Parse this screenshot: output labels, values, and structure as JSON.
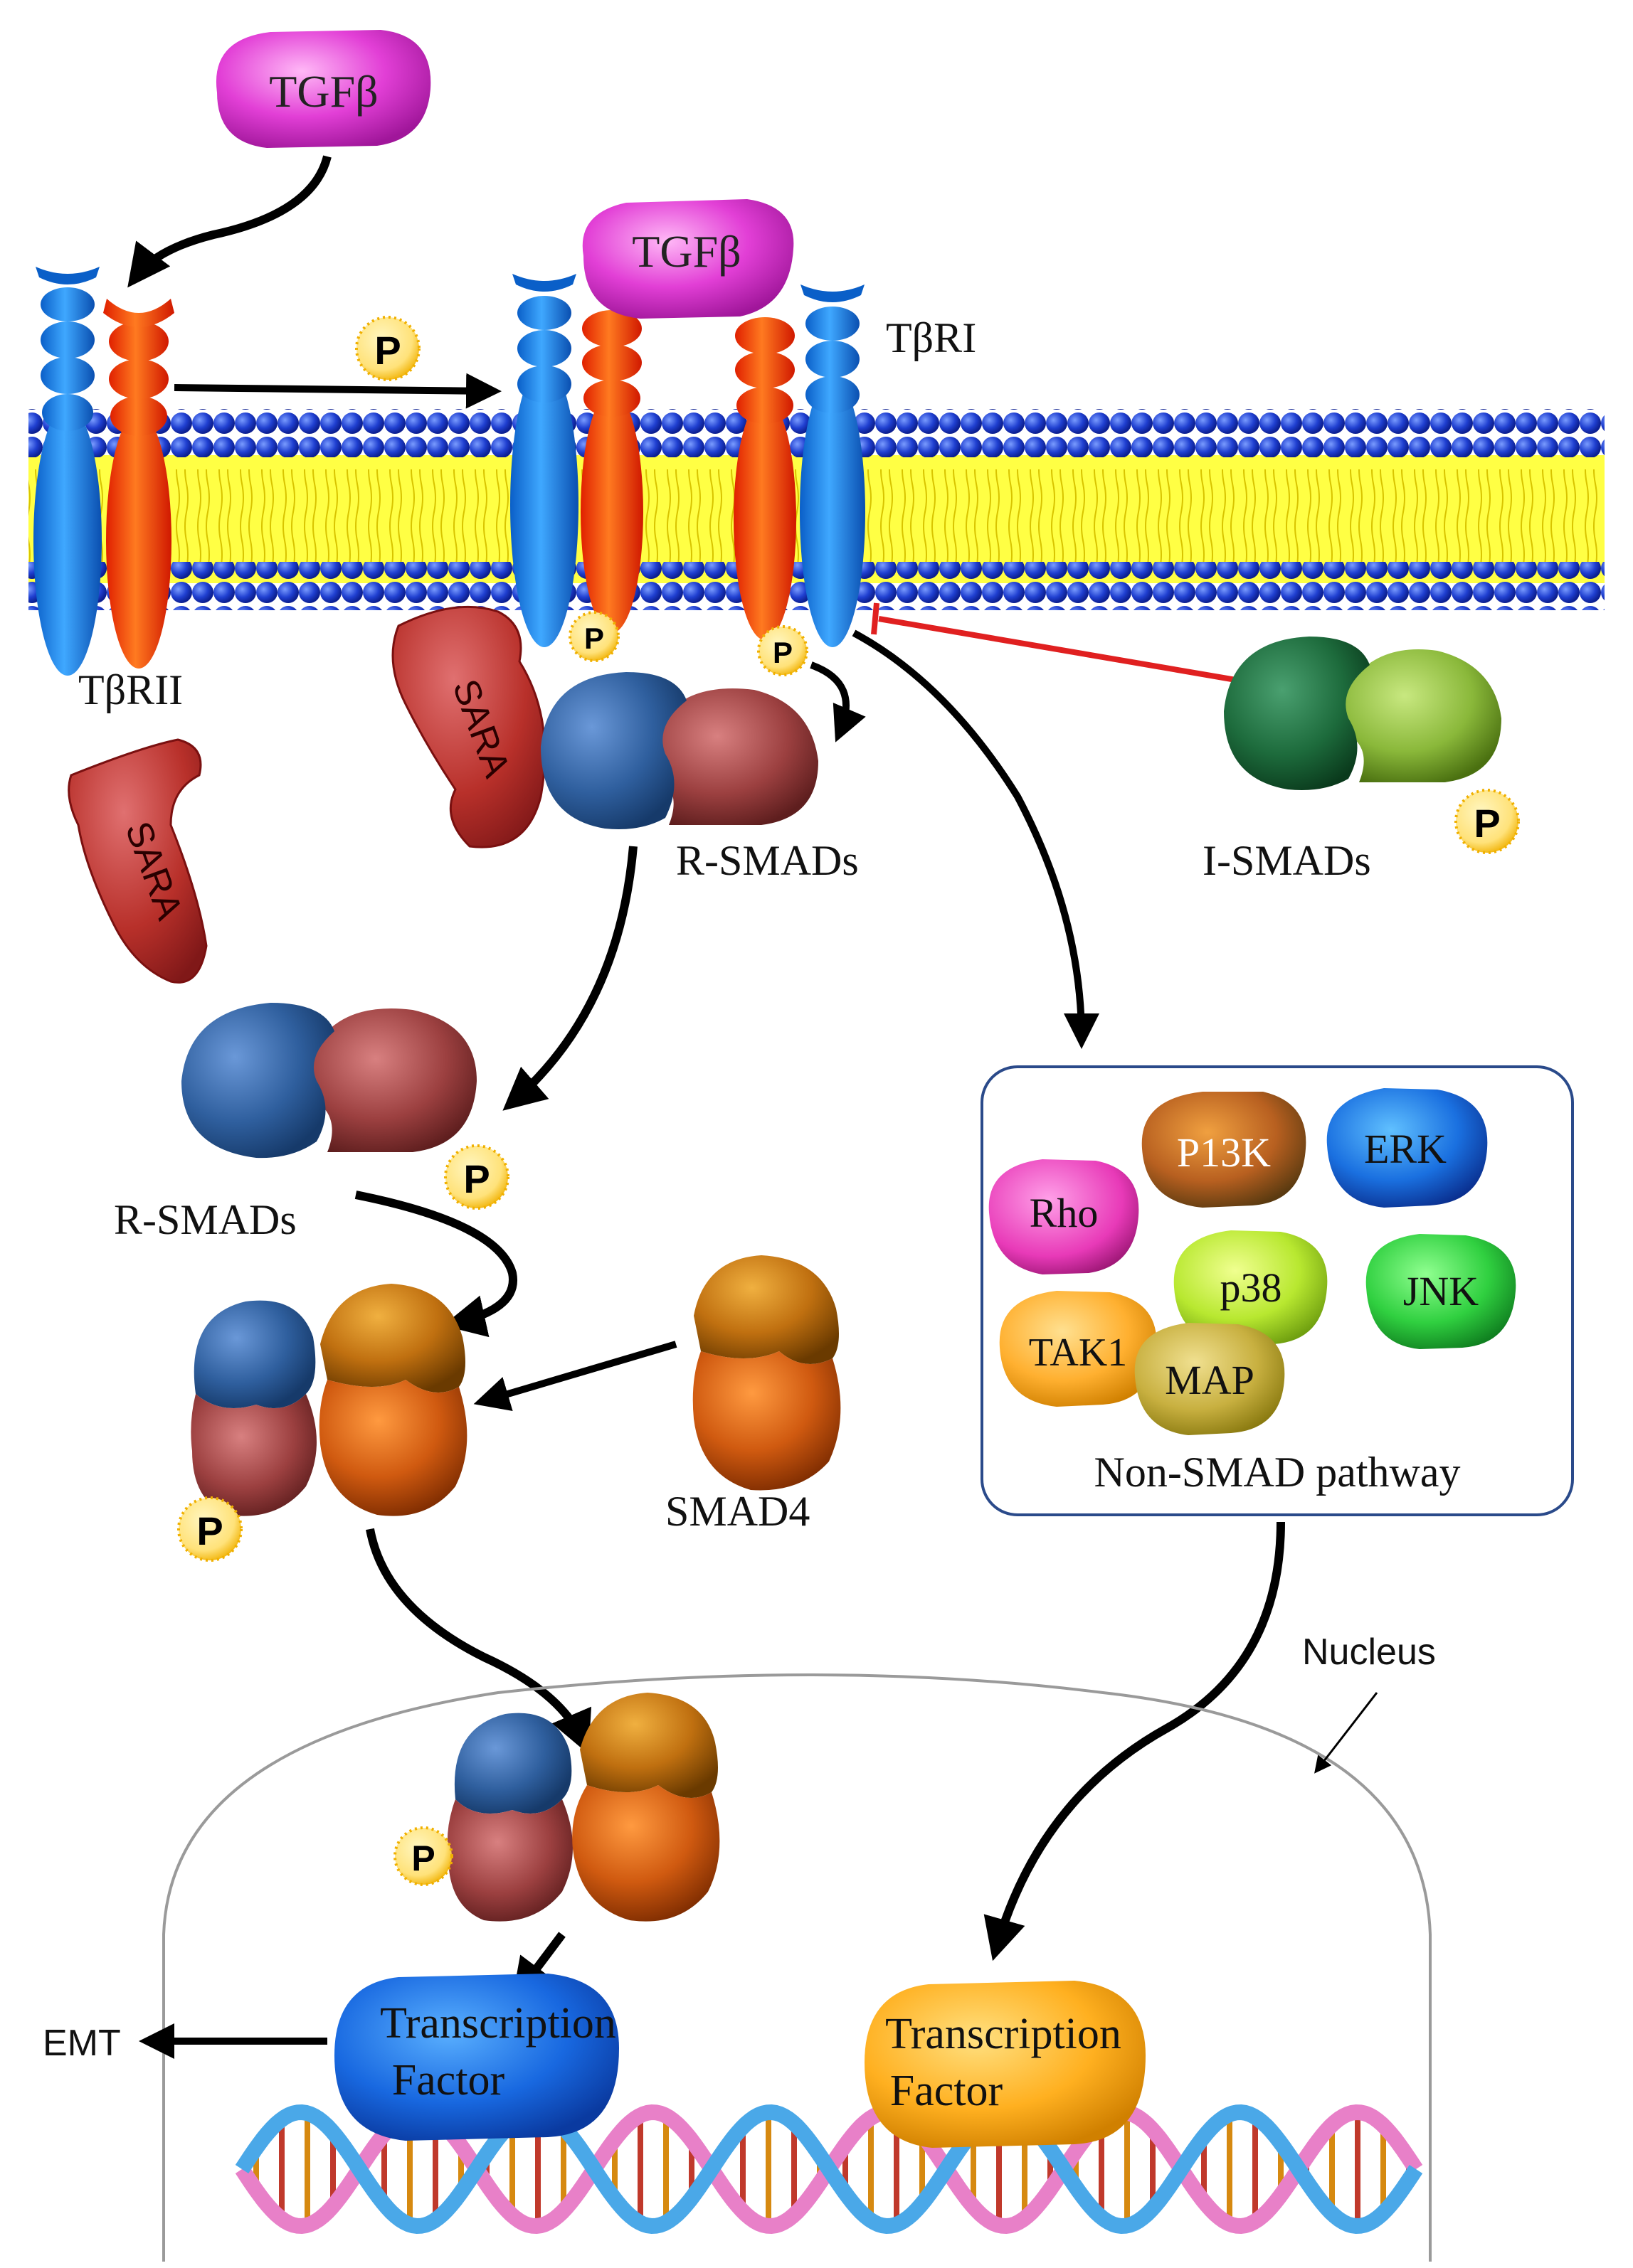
{
  "labels": {
    "tgfb_top": "TGFβ",
    "tgfb_bound": "TGFβ",
    "tbri": "TβRI",
    "tbrii": "TβRII",
    "sara_1": "SARA",
    "sara_2": "SARA",
    "rsmads_1": "R-SMADs",
    "rsmads_2": "R-SMADs",
    "ismads": "I-SMADs",
    "smad4": "SMAD4",
    "non_smad": "Non-SMAD pathway",
    "nucleus": "Nucleus",
    "emt": "EMT",
    "tf_left_1": "Transcription",
    "tf_left_2": "Factor",
    "tf_right_1": "Transcription",
    "tf_right_2": "Factor",
    "phospho": "P"
  },
  "kinases": {
    "p13k": "P13K",
    "erk": "ERK",
    "rho": "Rho",
    "p38": "p38",
    "jnk": "JNK",
    "tak1": "TAK1",
    "map": "MAP"
  },
  "colors": {
    "tgfb": "#e23fd6",
    "receptor_blue": "#1e88e5",
    "receptor_red": "#f03a10",
    "membrane_head": "#1f3fd0",
    "membrane_tail": "#ffff44",
    "sara": "#b8302a",
    "rsmad_blue": "#2f5f9e",
    "rsmad_red": "#9c4040",
    "ismad_dark": "#1d6b3c",
    "ismad_light": "#8ab83a",
    "smad4": "#d05a10",
    "phospho": "#ffe27a",
    "inhibit": "#e02020"
  }
}
